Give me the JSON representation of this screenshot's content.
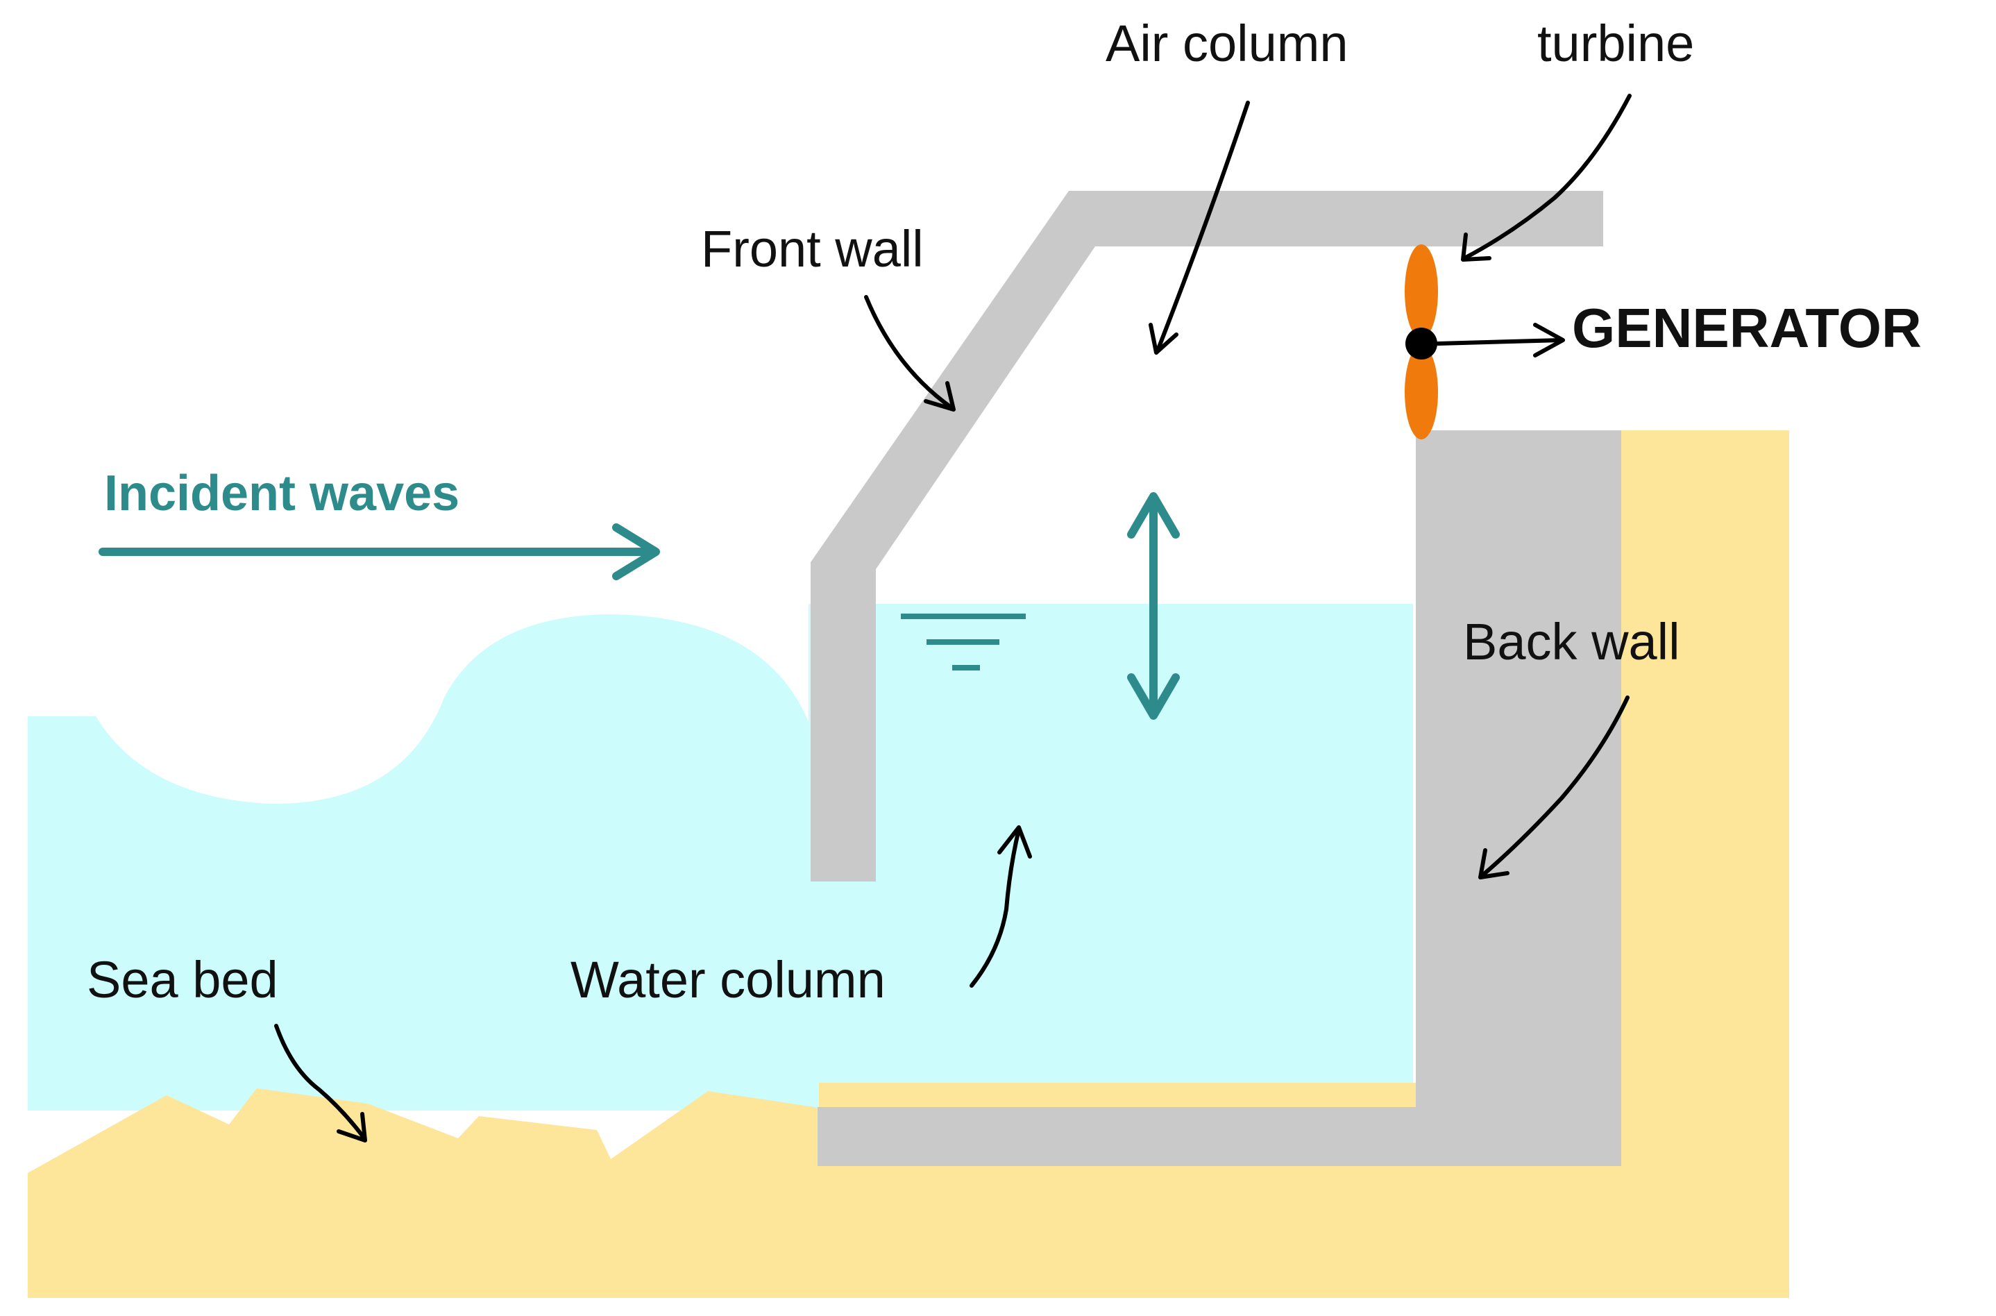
{
  "labels": {
    "air_column": "Air column",
    "turbine": "turbine",
    "front_wall": "Front wall",
    "generator": "GENERATOR",
    "incident_waves": "Incident waves",
    "back_wall": "Back wall",
    "sea_bed": "Sea bed",
    "water_column": "Water column"
  },
  "colors": {
    "water": "#ccfcfc",
    "sand": "#fde59a",
    "concrete": "#c9c9c9",
    "teal": "#2e8b8b",
    "turbine": "#f07a0c",
    "pointer": "#000000"
  }
}
